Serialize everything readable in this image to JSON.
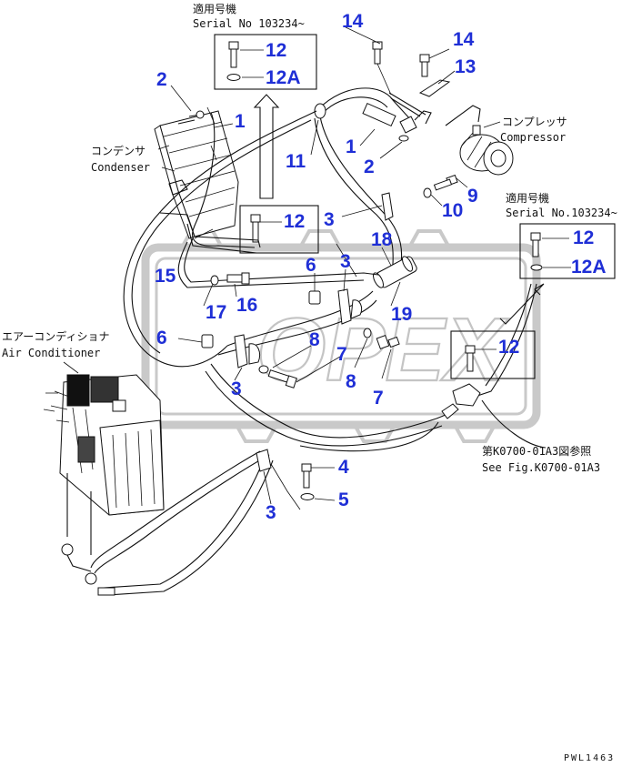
{
  "serial_box_top": {
    "line1": "適用号機",
    "line2": "Serial No 103234~"
  },
  "serial_box_right": {
    "line1": "適用号機",
    "line2": "Serial No.103234~"
  },
  "condenser": {
    "jp": "コンデンサ",
    "en": "Condenser"
  },
  "compressor": {
    "jp": "コンプレッサ",
    "en": "Compressor"
  },
  "air_conditioner": {
    "jp": "エアーコンディショナ",
    "en": "Air Conditioner"
  },
  "fig_ref": {
    "jp": "第K0700-01A3図参照",
    "en": "See Fig.K0700-01A3"
  },
  "watermark": "OPEX",
  "page_code": "PWL1463",
  "callouts": {
    "c14a": "14",
    "c14b": "14",
    "c13": "13",
    "c12a": "12",
    "c12Aa": "12A",
    "c2a": "2",
    "c1a": "1",
    "c11": "11",
    "c1b": "1",
    "c2b": "2",
    "c9": "9",
    "c10": "10",
    "c3a": "3",
    "c12b": "12",
    "c12c": "12",
    "c12Ab": "12A",
    "c18": "18",
    "c3b": "3",
    "c6a": "6",
    "c15": "15",
    "c17": "17",
    "c16": "16",
    "c19": "19",
    "c6b": "6",
    "c8a": "8",
    "c7a": "7",
    "c12d": "12",
    "c8b": "8",
    "c7b": "7",
    "c3c": "3",
    "c4": "4",
    "c5": "5",
    "c3d": "3"
  }
}
